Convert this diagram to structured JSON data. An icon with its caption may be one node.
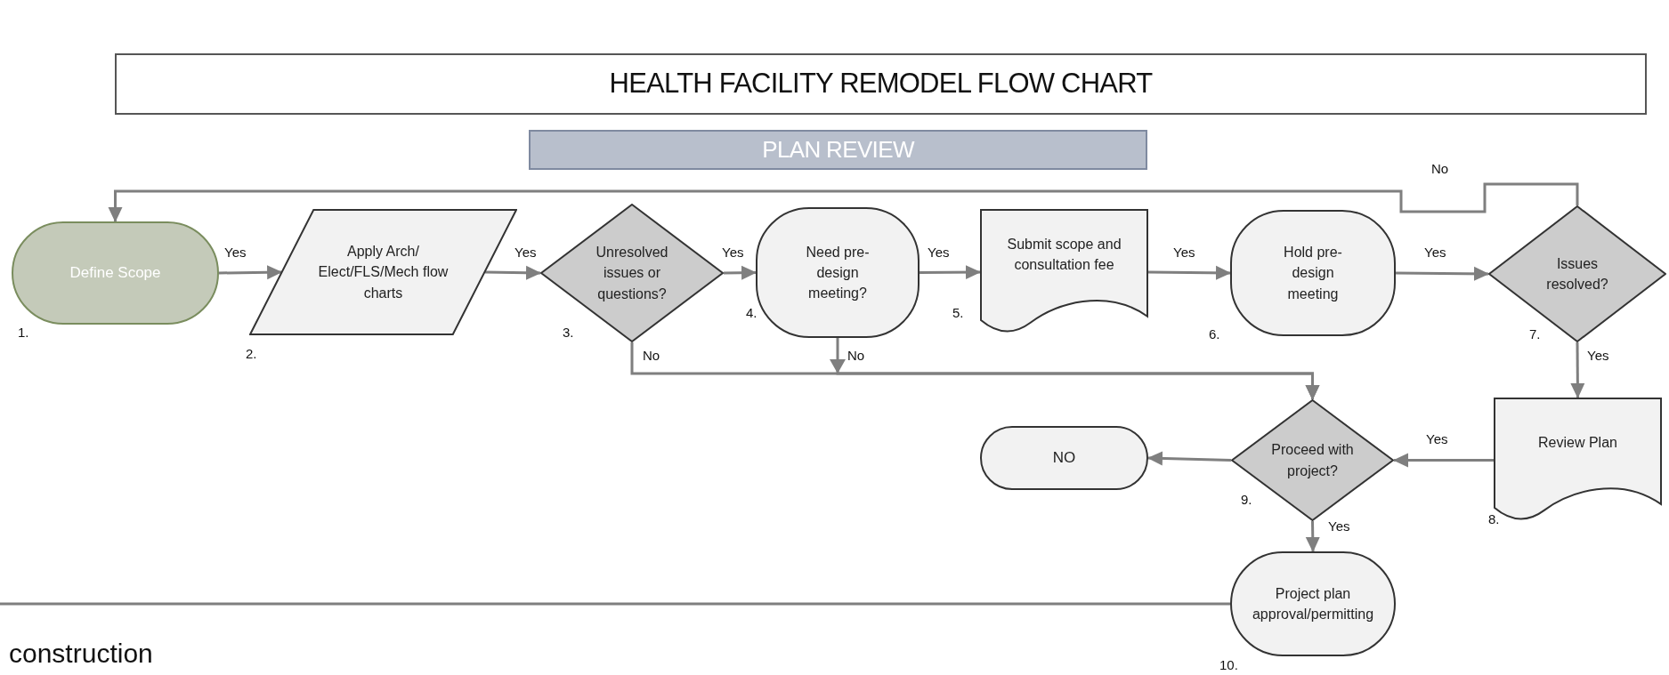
{
  "diagram": {
    "title": "HEALTH FACILITY REMODEL FLOW CHART",
    "nodes": [
      {
        "text": [
          "PLAN REVIEW"
        ]
      },
      {
        "text": [
          "Define Scope"
        ],
        "beside": [
          "1."
        ]
      },
      {
        "text": [
          "Apply Arch/ Elect/FLS/Mech flow charts"
        ],
        "beside": [
          "2."
        ]
      },
      {
        "text": [
          "Unresolved issues or questions?"
        ],
        "beside": [
          "3."
        ]
      },
      {
        "text": [
          "Need pre-design meeting?"
        ],
        "beside": [
          "4."
        ]
      },
      {
        "text": [
          "Submit scope and consultation fee"
        ],
        "beside": [
          "5."
        ]
      },
      {
        "text": [
          "Hold pre-design meeting"
        ],
        "beside": [
          "6."
        ]
      },
      {
        "text": [
          "Issues resolved?"
        ],
        "beside": [
          "7."
        ]
      },
      {
        "text": [
          "NO"
        ]
      },
      {
        "text": [
          "Proceed with project?"
        ],
        "beside": [
          "9."
        ]
      },
      {
        "text": [
          "Review Plan"
        ],
        "beside": [
          "8."
        ]
      },
      {
        "text": [
          "Project plan approval/permitting"
        ],
        "beside": [
          "10."
        ]
      }
    ],
    "edges": [
      {
        "from": 1,
        "to": 2,
        "arrow": "to",
        "label": "Yes"
      },
      {
        "from": 2,
        "to": 3,
        "arrow": "to",
        "label": "Yes"
      },
      {
        "from": 3,
        "to": 4,
        "arrow": "to",
        "label": "Yes"
      },
      {
        "from": 4,
        "to": 5,
        "arrow": "to",
        "label": "Yes"
      },
      {
        "from": 5,
        "to": 6,
        "arrow": "to",
        "label": "Yes"
      },
      {
        "from": 6,
        "to": 7,
        "arrow": "to",
        "label": "Yes"
      },
      {
        "from": 7,
        "to": 1,
        "arrow": "to",
        "label": "No"
      },
      {
        "from": 3,
        "to": 9,
        "arrow": "to",
        "label": "No"
      },
      {
        "from": 4,
        "to": 9,
        "arrow": "to",
        "label": "No"
      },
      {
        "from": 7,
        "to": 10,
        "arrow": "to",
        "label": "Yes"
      },
      {
        "from": 10,
        "to": 9,
        "arrow": "to",
        "label": "Yes"
      },
      {
        "from": 9,
        "to": 8,
        "arrow": "to"
      },
      {
        "from": 9,
        "to": 11,
        "arrow": "to",
        "label": "Yes"
      },
      {
        "from": 11,
        "to": null,
        "arrow": "none"
      }
    ],
    "labels": [
      "construction"
    ]
  }
}
